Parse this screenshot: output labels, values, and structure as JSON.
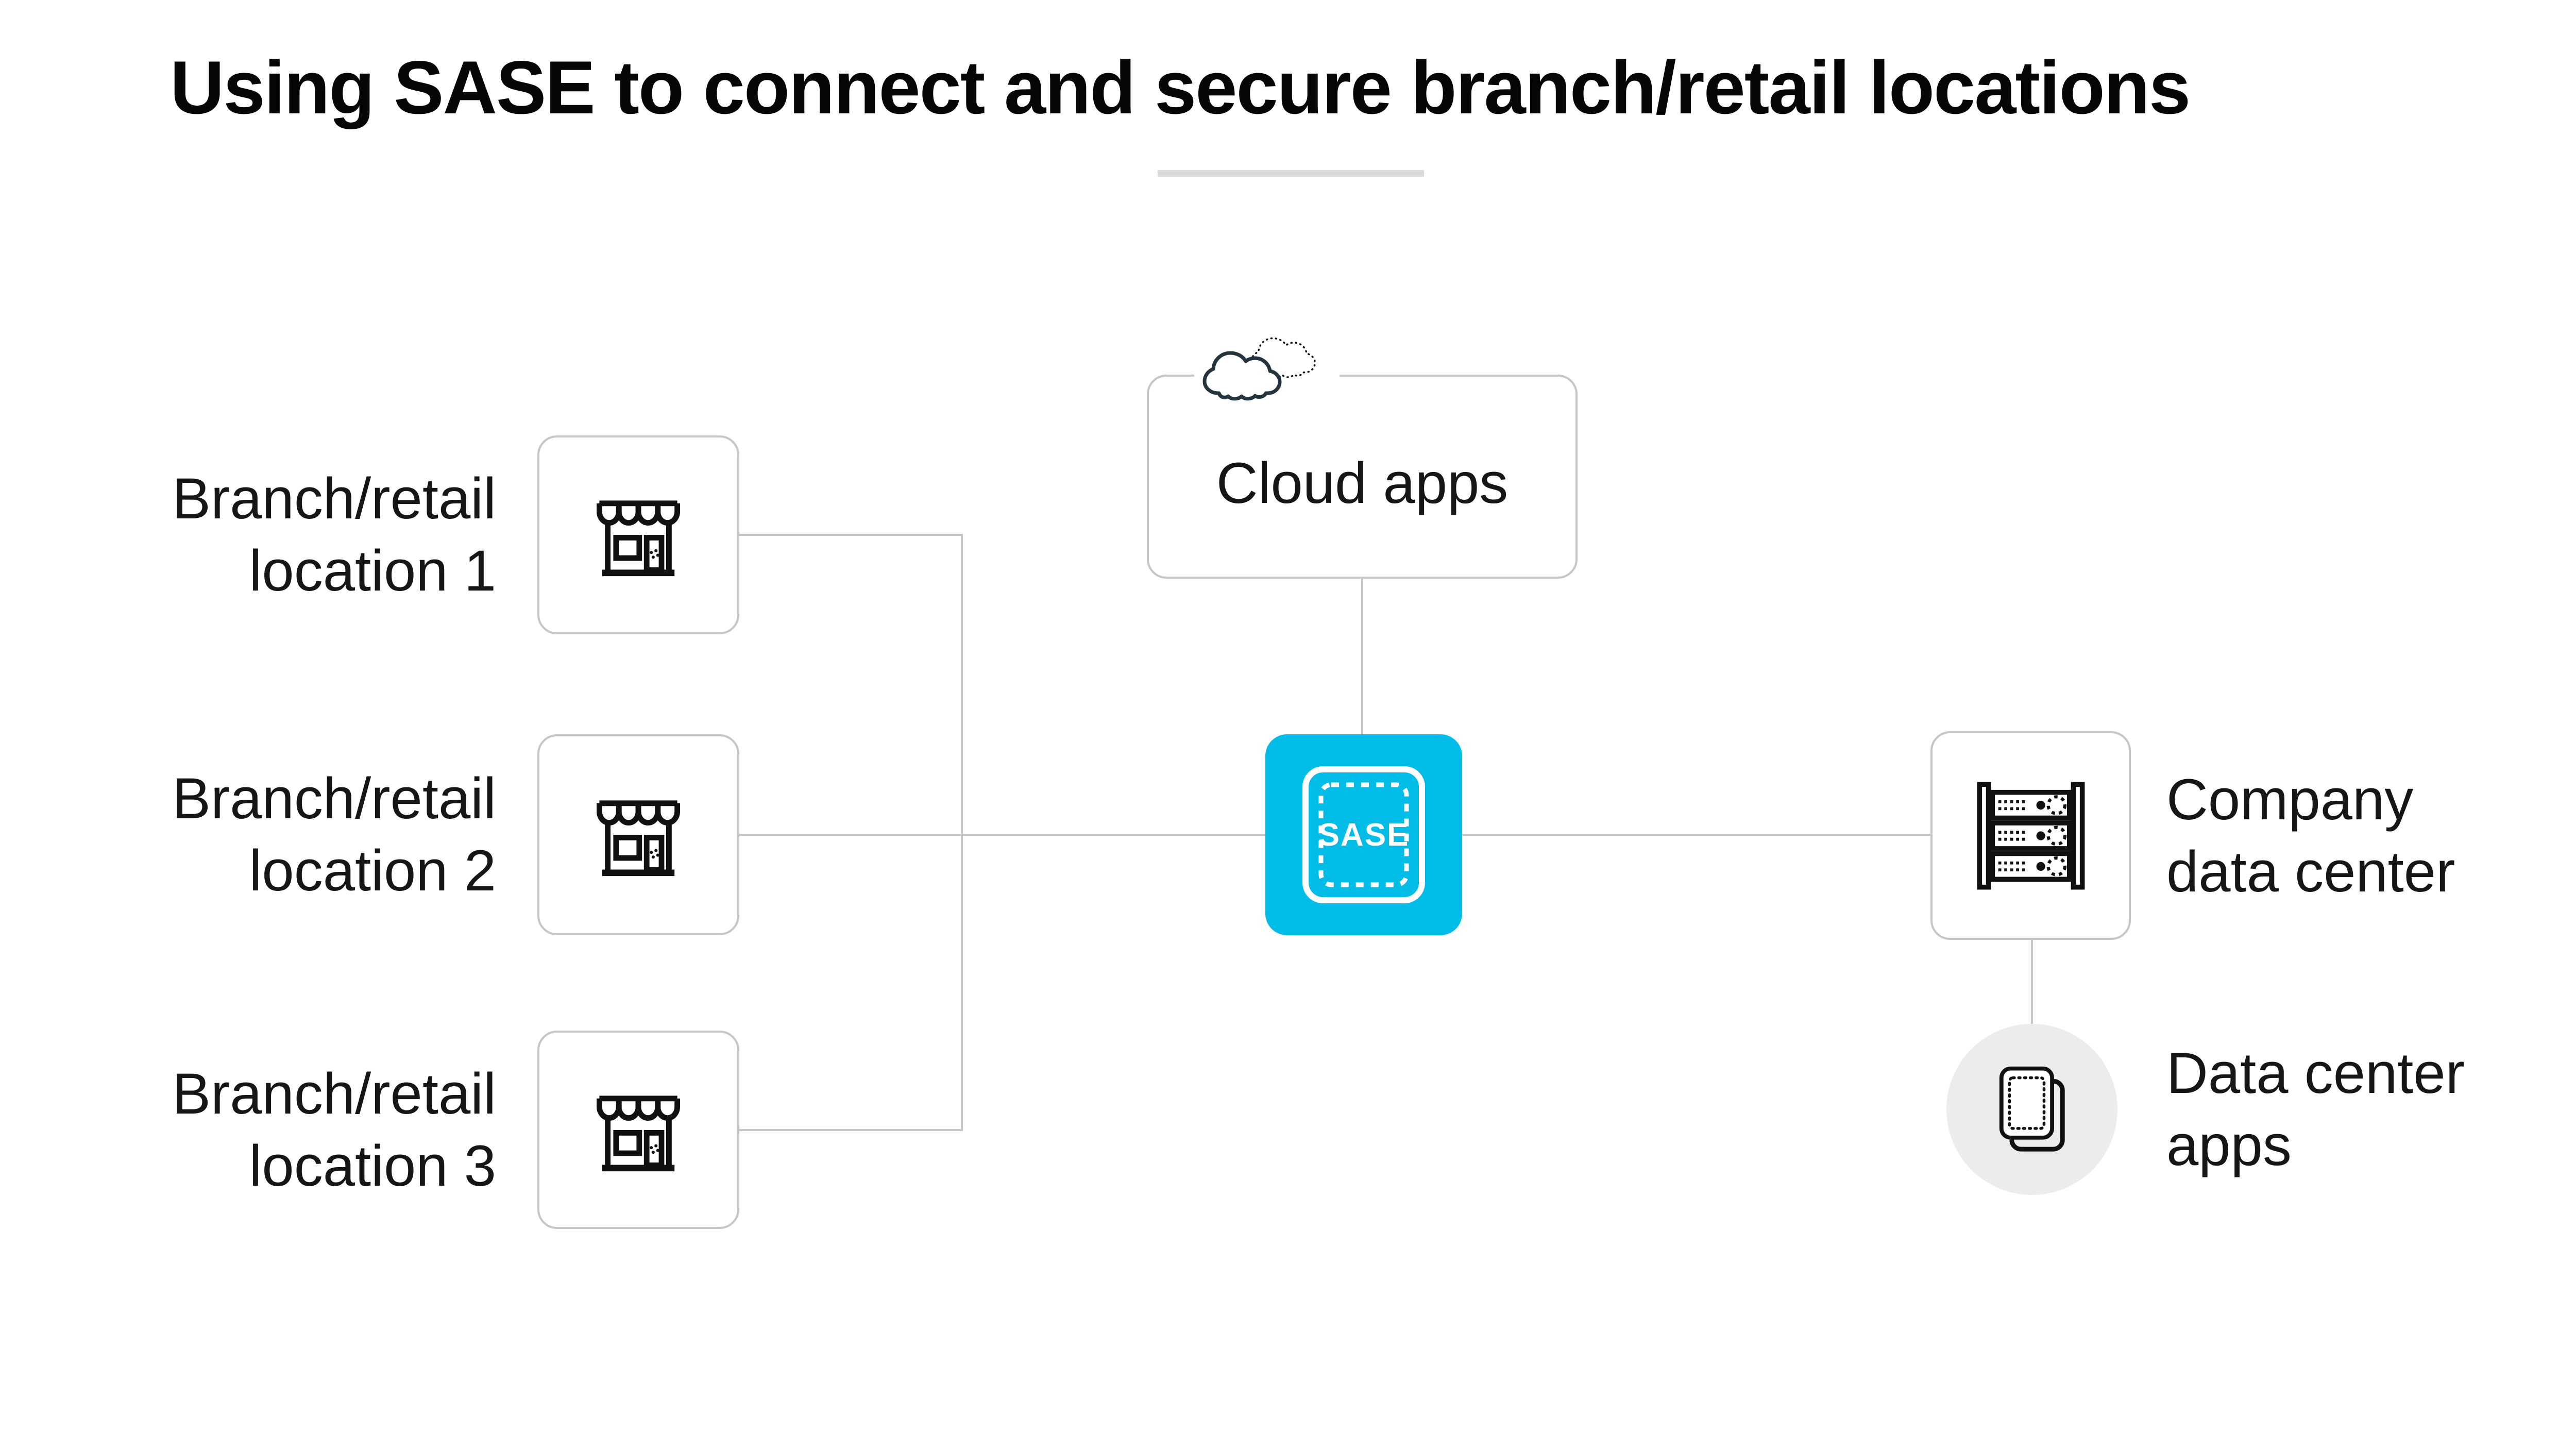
{
  "diagram": {
    "title": "Using SASE to connect and secure branch/retail locations",
    "branches": [
      {
        "lines": [
          "Branch/retail",
          "location 1"
        ]
      },
      {
        "lines": [
          "Branch/retail",
          "location 2"
        ]
      },
      {
        "lines": [
          "Branch/retail",
          "location 3"
        ]
      }
    ],
    "cloud_apps": {
      "label": "Cloud apps"
    },
    "sase": {
      "label": "SASE"
    },
    "company_dc": {
      "lines": [
        "Company",
        "data center"
      ]
    },
    "dc_apps": {
      "lines": [
        "Data center",
        "apps"
      ]
    }
  },
  "colors": {
    "accent_cyan": "#00bce7",
    "box_border_gray": "#c6c6c6",
    "connector_gray": "#c6c6c6",
    "circle_fill_gray": "#ececec",
    "divider_gray": "#dadada",
    "text_dark": "#161616",
    "cloud_outline": "#24343e",
    "icon_black": "#111111"
  }
}
